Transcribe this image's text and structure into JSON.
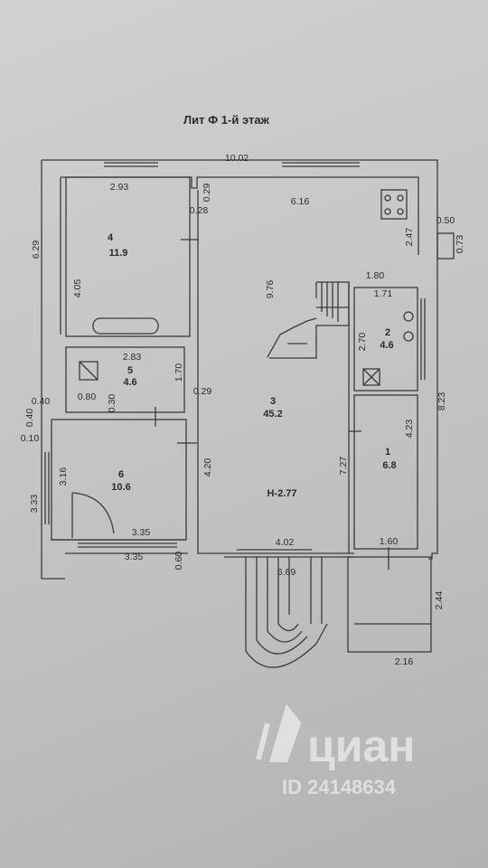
{
  "title": "Лит Ф   1-й  этаж",
  "rooms": [
    {
      "number": "1",
      "area": "6.8"
    },
    {
      "number": "2",
      "area": "4.6"
    },
    {
      "number": "3",
      "area": "45.2"
    },
    {
      "number": "4",
      "area": "11.9"
    },
    {
      "number": "5",
      "area": "4.6"
    },
    {
      "number": "6",
      "area": "10.6"
    }
  ],
  "height_label": "Н-2.77",
  "dimensions": [
    "10.02",
    "2.93",
    "0.29",
    "0.28",
    "6.16",
    "6.29",
    "0.50",
    "0.73",
    "2.47",
    "4.05",
    "1.80",
    "1.71",
    "9.76",
    "2.70",
    "2.83",
    "1.70",
    "0.80",
    "0.30",
    "0.29",
    "0.40",
    "0.40",
    "0.10",
    "8.23",
    "4.23",
    "7.27",
    "3.16",
    "4.20",
    "3.33",
    "3.35",
    "3.35",
    "4.02",
    "1.60",
    "0.60",
    "6.69",
    "2.44",
    "2.16"
  ],
  "watermark": {
    "brand": "циан",
    "id": "ID 24148634"
  }
}
